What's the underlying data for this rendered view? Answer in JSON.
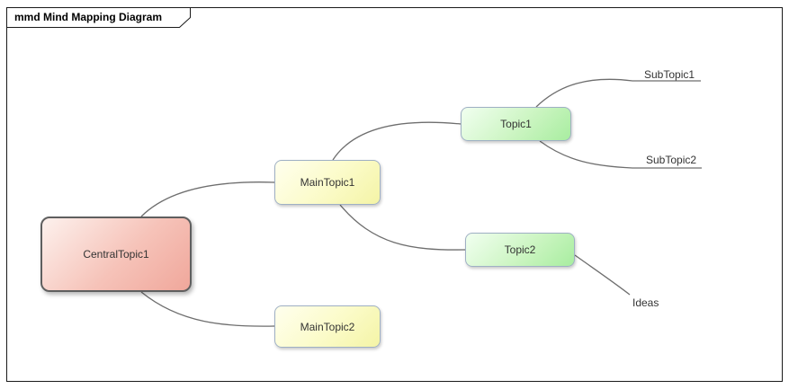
{
  "frame": {
    "title": "mmd Mind Mapping Diagram"
  },
  "nodes": {
    "central": {
      "label": "CentralTopic1"
    },
    "main1": {
      "label": "MainTopic1"
    },
    "main2": {
      "label": "MainTopic2"
    },
    "topic1": {
      "label": "Topic1"
    },
    "topic2": {
      "label": "Topic2"
    }
  },
  "leaves": {
    "sub1": {
      "label": "SubTopic1"
    },
    "sub2": {
      "label": "SubTopic2"
    },
    "ideas": {
      "label": "Ideas"
    }
  },
  "colors": {
    "central_fill": "#f0a79b",
    "central_border": "#5f5f5f",
    "main_fill": "#f4f4a6",
    "topic_fill": "#a8eda0",
    "node_border": "#9fb0c4",
    "connector": "#6e6e6e",
    "frame_border": "#1a1a1a"
  }
}
